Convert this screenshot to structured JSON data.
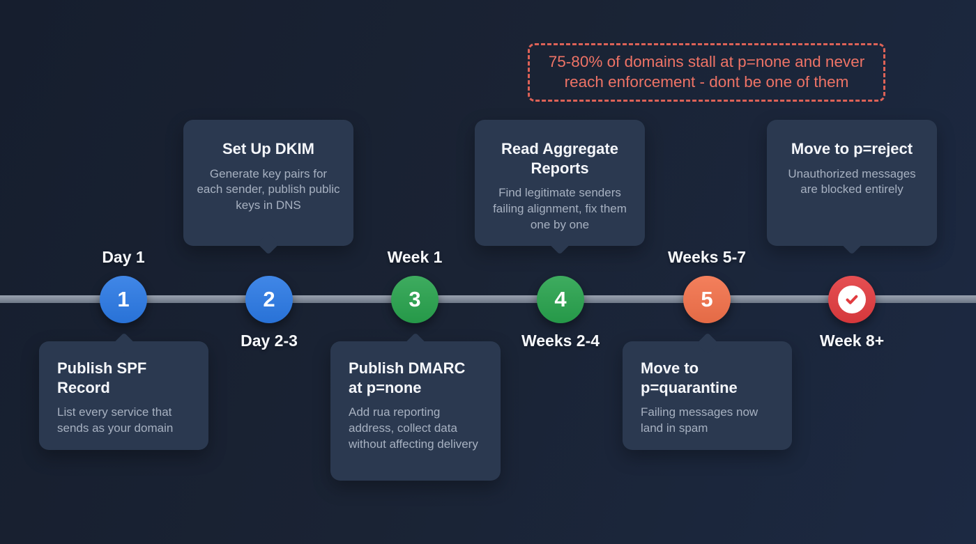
{
  "colors": {
    "background": "#1a2334",
    "card_background": "#2b3950",
    "track_gray": "#7e8795",
    "callout_accent": "#e8706a",
    "step_blue": "#2b79e4",
    "step_green": "#28a24d",
    "step_orange": "#f2714a",
    "step_red": "#e23b3f",
    "title_text": "#f5f7fb",
    "body_text": "#a7b1c1"
  },
  "callout": {
    "text": "75-80% of domains stall at p=none and never reach enforcement - dont be one of them"
  },
  "timeline": {
    "steps": [
      {
        "number": "1",
        "color": "#2b79e4",
        "label": "Day 1",
        "label_position": "above",
        "card": {
          "title": "Publish SPF Record",
          "body": "List every service that sends as your domain",
          "position": "below"
        }
      },
      {
        "number": "2",
        "color": "#2b79e4",
        "label": "Day 2-3",
        "label_position": "below",
        "card": {
          "title": "Set Up DKIM",
          "body": "Generate key pairs for each sender, publish public keys in DNS",
          "position": "above"
        }
      },
      {
        "number": "3",
        "color": "#28a24d",
        "label": "Week 1",
        "label_position": "above",
        "card": {
          "title": "Publish DMARC at p=none",
          "body": "Add rua reporting address, collect data without affecting delivery",
          "position": "below"
        }
      },
      {
        "number": "4",
        "color": "#28a24d",
        "label": "Weeks 2-4",
        "label_position": "below",
        "card": {
          "title": "Read Aggregate Reports",
          "body": "Find legitimate senders failing alignment, fix them one by one",
          "position": "above"
        }
      },
      {
        "number": "5",
        "color": "#f2714a",
        "label": "Weeks 5-7",
        "label_position": "above",
        "card": {
          "title": "Move to p=quarantine",
          "body": "Failing messages now land in spam",
          "position": "below"
        }
      },
      {
        "number": "",
        "icon": "check",
        "color": "#e23b3f",
        "label": "Week 8+",
        "label_position": "below",
        "card": {
          "title": "Move to p=reject",
          "body": "Unauthorized messages are blocked entirely",
          "position": "above"
        }
      }
    ]
  }
}
